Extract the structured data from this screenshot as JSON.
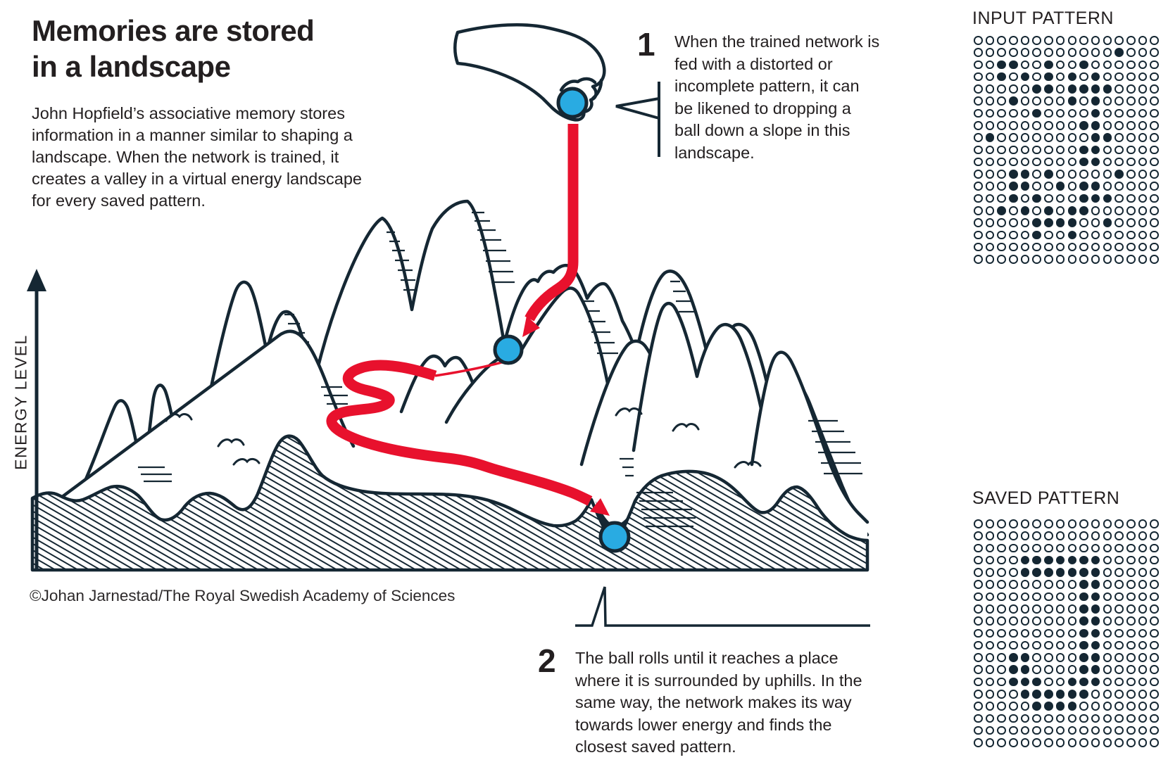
{
  "title": {
    "line1": "Memories are stored",
    "line2": "in a landscape"
  },
  "intro": {
    "lines": [
      "John Hopfield’s associative memory stores",
      "information in a manner similar to shaping a",
      "landscape. When the network is trained, it",
      "creates a valley in a virtual energy landscape",
      "for every saved pattern."
    ]
  },
  "steps": {
    "one": {
      "number": "1",
      "lines": [
        "When the trained network is",
        "fed with a distorted or",
        "incomplete pattern, it can",
        "be likened to dropping a",
        "ball down a slope in this",
        "landscape."
      ]
    },
    "two": {
      "number": "2",
      "lines": [
        "The ball rolls until it reaches a place",
        "where it is surrounded by uphills. In the",
        "same way, the network makes its way",
        "towards lower energy and finds the",
        "closest saved pattern."
      ]
    }
  },
  "axis": {
    "label": "ENERGY LEVEL"
  },
  "credit": "©Johan Jarnestad/The Royal Swedish Academy of Sciences",
  "patterns": {
    "input": {
      "title": "INPUT PATTERN",
      "rows": [
        "0000000000000000",
        "0000000000001000",
        "0011001001000000",
        "0010101010100000",
        "0000011011110000",
        "0001000010100000",
        "0000010000100000",
        "0000000001100000",
        "0100000000110000",
        "0000000001100000",
        "0000000001100000",
        "0001101000001000",
        "0001100101100000",
        "0001010001110000",
        "0010101011000000",
        "0000011110010000",
        "0000010010000000",
        "0000000000000000",
        "0000000000000000"
      ]
    },
    "saved": {
      "title": "SAVED PATTERN",
      "rows": [
        "0000000000000000",
        "0000000000000000",
        "0000000000000000",
        "0000111111100000",
        "0000111111100000",
        "0000000001100000",
        "0000000001100000",
        "0000000001100000",
        "0000000001100000",
        "0000000001100000",
        "0000000001100000",
        "0001100001100000",
        "0001100001100000",
        "0001110011100000",
        "0000111111000000",
        "0000011110000000",
        "0000000000000000",
        "0000000000000000",
        "0000000000000000"
      ]
    }
  },
  "icons": {
    "hand": "hand-dropping-ball-icon",
    "energy_axis": "up-arrow-icon",
    "drop_path": "red-drop-arrow-icon",
    "roll_path": "red-roll-arrow-icon",
    "ball": "blue-ball-icon"
  },
  "colors": {
    "red": "#e8112d",
    "blue": "#29abe2",
    "ink": "#152733",
    "text": "#231f20"
  }
}
